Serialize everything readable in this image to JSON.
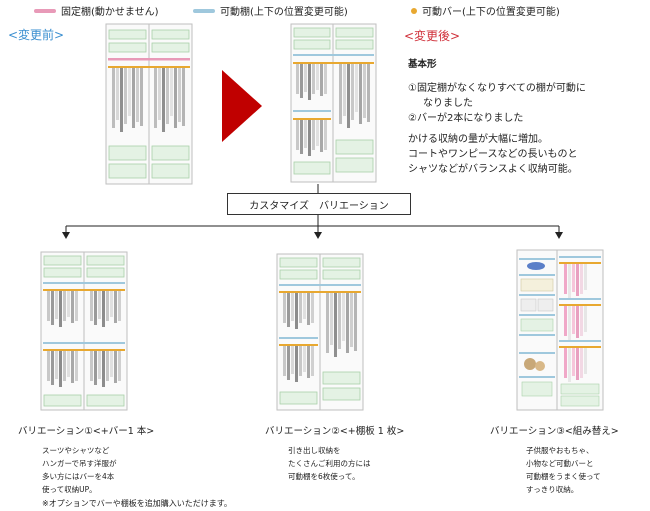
{
  "legend": {
    "fixed_shelf": "固定棚(動かせません)",
    "movable_shelf": "可動棚(上下の位置変更可能)",
    "movable_bar": "可動バー(上下の位置変更可能)",
    "colors": {
      "fixed": "#e89ab8",
      "movable": "#9fc8dd",
      "bar": "#e8a830"
    }
  },
  "before_label": "<変更前>",
  "after_label": "<変更後>",
  "label_colors": {
    "before": "#3a8fd0",
    "after": "#d0303a",
    "arrow": "#c00000"
  },
  "basic": {
    "title": "基本形",
    "lines": [
      "①固定棚がなくなりすべての棚が可動に",
      "なりました",
      "②バーが2本になりました"
    ],
    "note_lines": [
      "かける収納の量が大幅に増加。",
      "コートやワンピースなどの長いものと",
      "シャツなどがバランスよく収納可能。"
    ]
  },
  "customize_box": "カスタマイズ　バリエーション",
  "variations": [
    {
      "title": "バリエーション①<+バー1 本>",
      "desc": [
        "スーツやシャツなど",
        "ハンガーで吊す洋服が",
        "多い方にはバーを4本",
        "使って収納UP。"
      ]
    },
    {
      "title": "バリエーション②<+棚板 1 枚>",
      "desc": [
        "引き出し収納を",
        "たくさんご利用の方には",
        "可動棚を6枚使って。"
      ]
    },
    {
      "title": "バリエーション③<組み替え>",
      "desc": [
        "子供服やおもちゃ、",
        "小物など可動バーと",
        "可動棚をうまく使って",
        "すっきり収納。"
      ]
    }
  ],
  "footnote": "※オプションでバーや棚板を追加購入いただけます。"
}
